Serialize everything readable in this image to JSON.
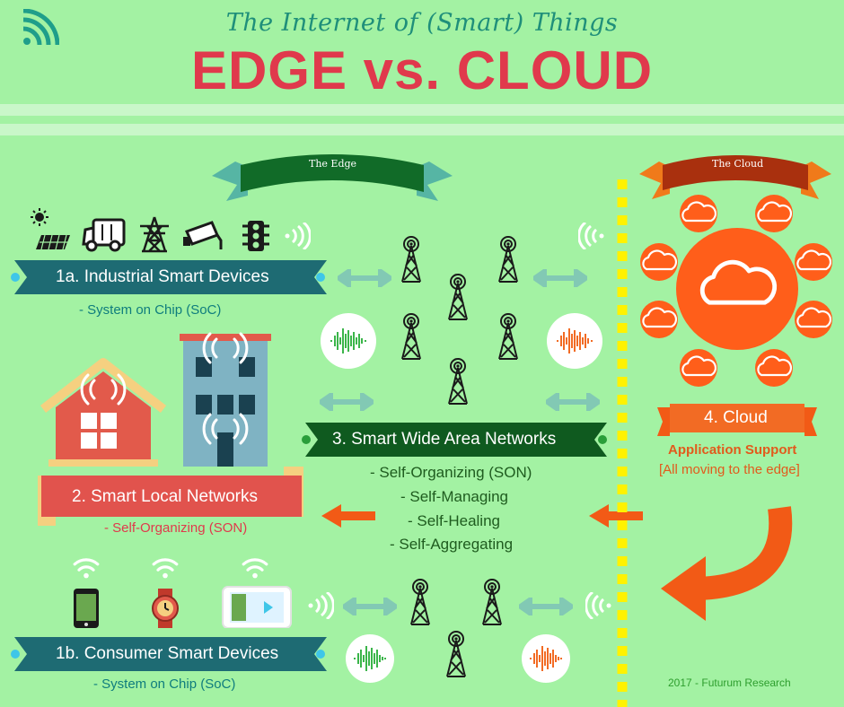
{
  "header": {
    "subtitle": "The Internet of (Smart) Things",
    "title": "EDGE vs. CLOUD"
  },
  "ribbons": {
    "edge": "The Edge",
    "cloud": "The Cloud"
  },
  "sections": {
    "industrial": {
      "label": "1a. Industrial Smart Devices",
      "sub": "- System on Chip (SoC)"
    },
    "local": {
      "label": "2. Smart Local Networks",
      "sub": "- Self-Organizing (SON)"
    },
    "wide": {
      "label": "3. Smart Wide Area Networks",
      "bullets": [
        "- Self-Organizing (SON)",
        "- Self-Managing",
        "- Self-Healing",
        "- Self-Aggregating"
      ]
    },
    "consumer": {
      "label": "1b. Consumer Smart Devices",
      "sub": "- System on Chip (SoC)"
    },
    "cloud": {
      "label": "4. Cloud",
      "support": "Application Support",
      "note": "[All moving to the edge]"
    }
  },
  "credit": "2017 - Futurum Research",
  "colors": {
    "background": "#a3f2a3",
    "title_red": "#e0394c",
    "teal_banner": "#1e6b73",
    "green_banner": "#0f5a1f",
    "red_banner": "#e1534d",
    "orange": "#f25a16",
    "cloud_orange": "#ff5e1a",
    "divider_yellow": "#fff200"
  },
  "icons": [
    "wifi-logo-icon",
    "solar-panel-icon",
    "truck-icon",
    "power-tower-icon",
    "security-camera-icon",
    "traffic-light-icon",
    "signal-icon",
    "cell-tower-icon",
    "sound-wave-icon",
    "cloud-icon",
    "house-icon",
    "building-icon",
    "smartphone-icon",
    "smartwatch-icon",
    "tablet-icon",
    "arrow-icon"
  ]
}
